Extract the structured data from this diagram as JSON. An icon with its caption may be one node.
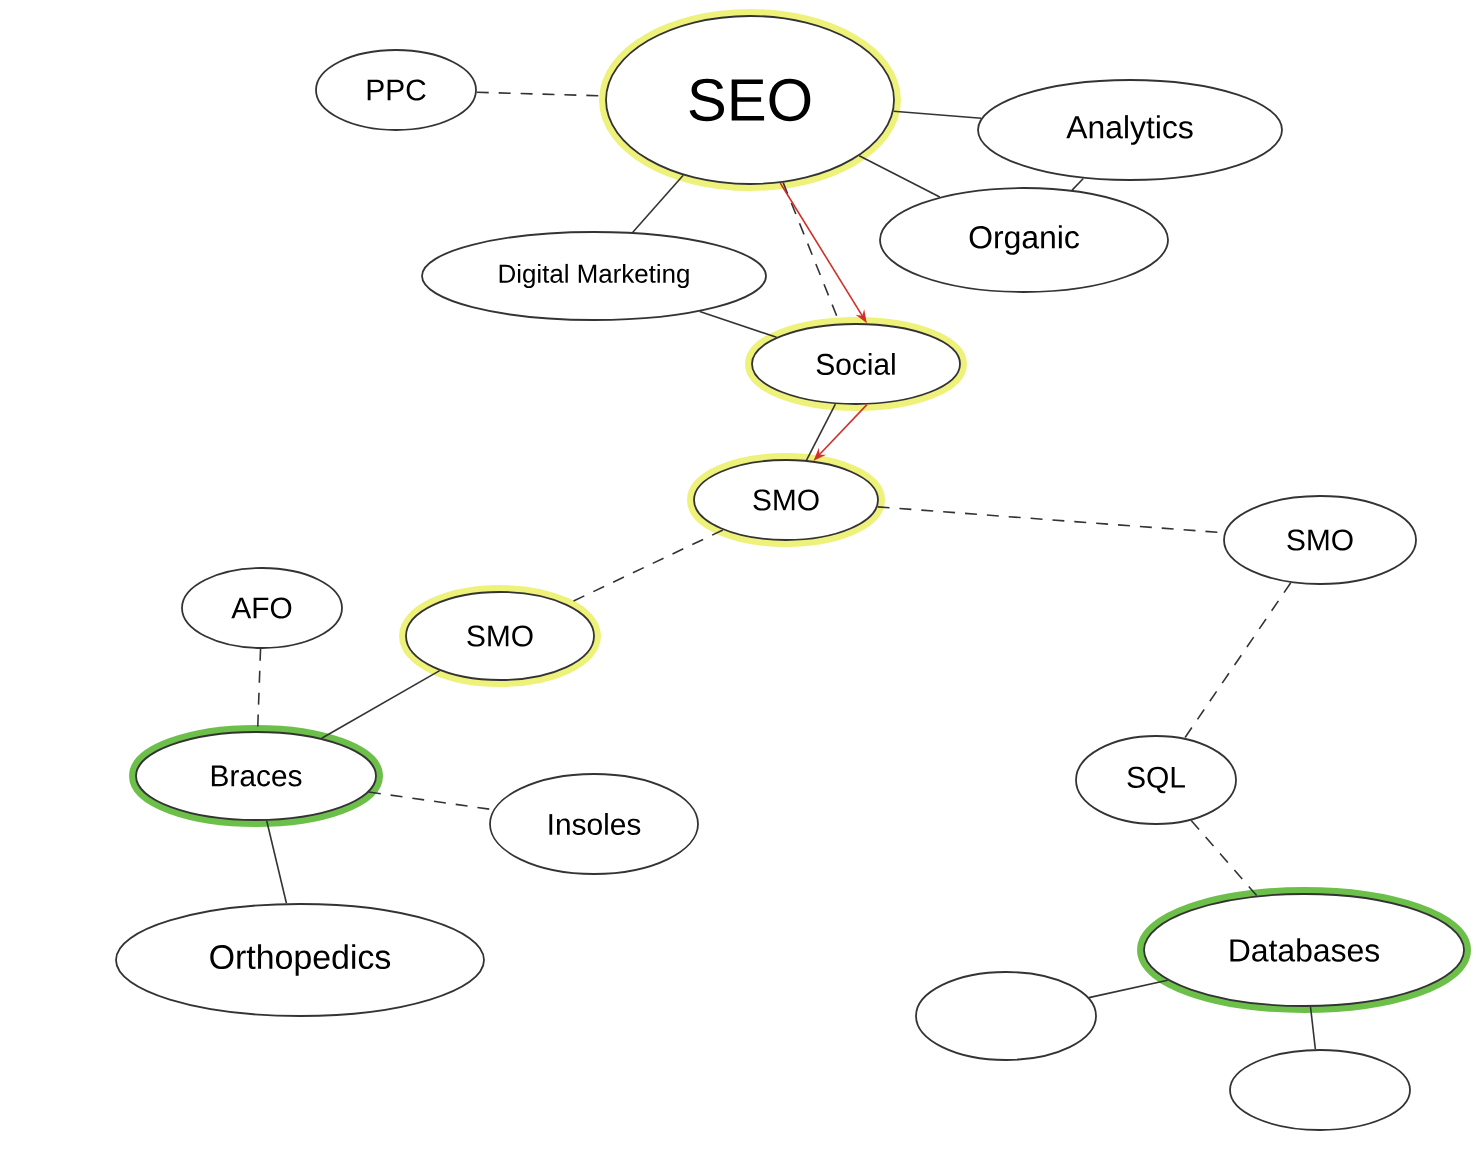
{
  "diagram": {
    "nodes": [
      {
        "text": [
          "SEO"
        ]
      },
      {
        "text": [
          "PPC"
        ]
      },
      {
        "text": [
          "Analytics"
        ]
      },
      {
        "text": [
          "Organic"
        ]
      },
      {
        "text": [
          "Digital Marketing"
        ]
      },
      {
        "text": [
          "Social"
        ]
      },
      {
        "text": [
          "SMO"
        ]
      },
      {
        "text": [
          "SMO"
        ]
      },
      {
        "text": [
          "AFO"
        ]
      },
      {
        "text": [
          "SMO"
        ]
      },
      {
        "text": [
          "Braces"
        ]
      },
      {
        "text": [
          "Insoles"
        ]
      },
      {
        "text": [
          "Orthopedics"
        ]
      },
      {
        "text": [
          "SQL"
        ]
      },
      {
        "text": [
          "Databases"
        ]
      },
      {
        "text": [],
        "shape": "ellipse"
      },
      {
        "text": [],
        "shape": "ellipse"
      }
    ],
    "edges": [
      {
        "from": 1,
        "to": 0,
        "arrow": "none",
        "style": "dashed"
      },
      {
        "from": 0,
        "to": 2,
        "arrow": "none"
      },
      {
        "from": 0,
        "to": 3,
        "arrow": "none"
      },
      {
        "from": 2,
        "to": 3,
        "arrow": "none"
      },
      {
        "from": 0,
        "to": 4,
        "arrow": "none"
      },
      {
        "from": 0,
        "to": 5,
        "arrow": "none",
        "style": "dashed"
      },
      {
        "from": 4,
        "to": 5,
        "arrow": "none"
      },
      {
        "from": 5,
        "to": 6,
        "arrow": "none"
      },
      {
        "from": 6,
        "to": 7,
        "arrow": "none",
        "style": "dashed"
      },
      {
        "from": 6,
        "to": 9,
        "arrow": "none",
        "style": "dashed"
      },
      {
        "from": 8,
        "to": 10,
        "arrow": "none",
        "style": "dashed"
      },
      {
        "from": 9,
        "to": 10,
        "arrow": "none"
      },
      {
        "from": 10,
        "to": 11,
        "arrow": "none",
        "style": "dashed"
      },
      {
        "from": 10,
        "to": 12,
        "arrow": "none"
      },
      {
        "from": 7,
        "to": 13,
        "arrow": "none",
        "style": "dashed"
      },
      {
        "from": 13,
        "to": 14,
        "arrow": "none",
        "style": "dashed"
      },
      {
        "from": 14,
        "to": 15,
        "arrow": "none"
      },
      {
        "from": 14,
        "to": 16,
        "arrow": "none"
      },
      {
        "from": 0,
        "to": 5,
        "arrow": "to",
        "color": "#d0302a"
      },
      {
        "from": 5,
        "to": 6,
        "arrow": "to",
        "color": "#d0302a"
      }
    ]
  }
}
